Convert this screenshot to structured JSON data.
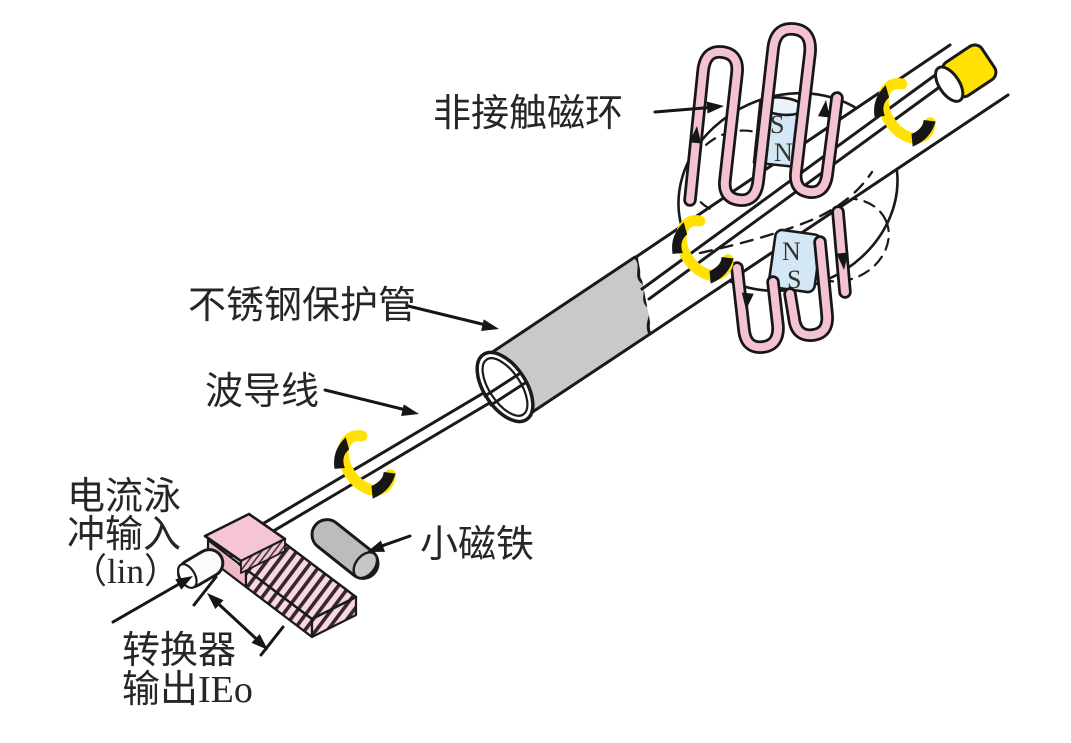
{
  "diagram": {
    "labels": {
      "noncontact_ring": "非接触磁环",
      "steel_tube": "不锈钢保护管",
      "waveguide": "波导线",
      "current_input_l1": "电流泳",
      "current_input_l2": "冲输入",
      "current_input_l3": "（lin）",
      "small_magnet": "小磁铁",
      "transducer_l1": "转换器",
      "transducer_l2": "输出IEo"
    },
    "magnets": {
      "top": {
        "pole1": "S",
        "pole2": "N"
      },
      "bottom": {
        "pole1": "N",
        "pole2": "S"
      }
    },
    "colors": {
      "coil_pink": "#f3c3d1",
      "slab_pink": "#f6c5d3",
      "magnet_blue": "#d4e7f5",
      "rotation_yellow": "#ffe204",
      "tube_gray": "#c9c9c9",
      "small_magnet_gray": "#bcbcbc",
      "line_black": "#1a1a1a",
      "background": "#ffffff"
    }
  }
}
